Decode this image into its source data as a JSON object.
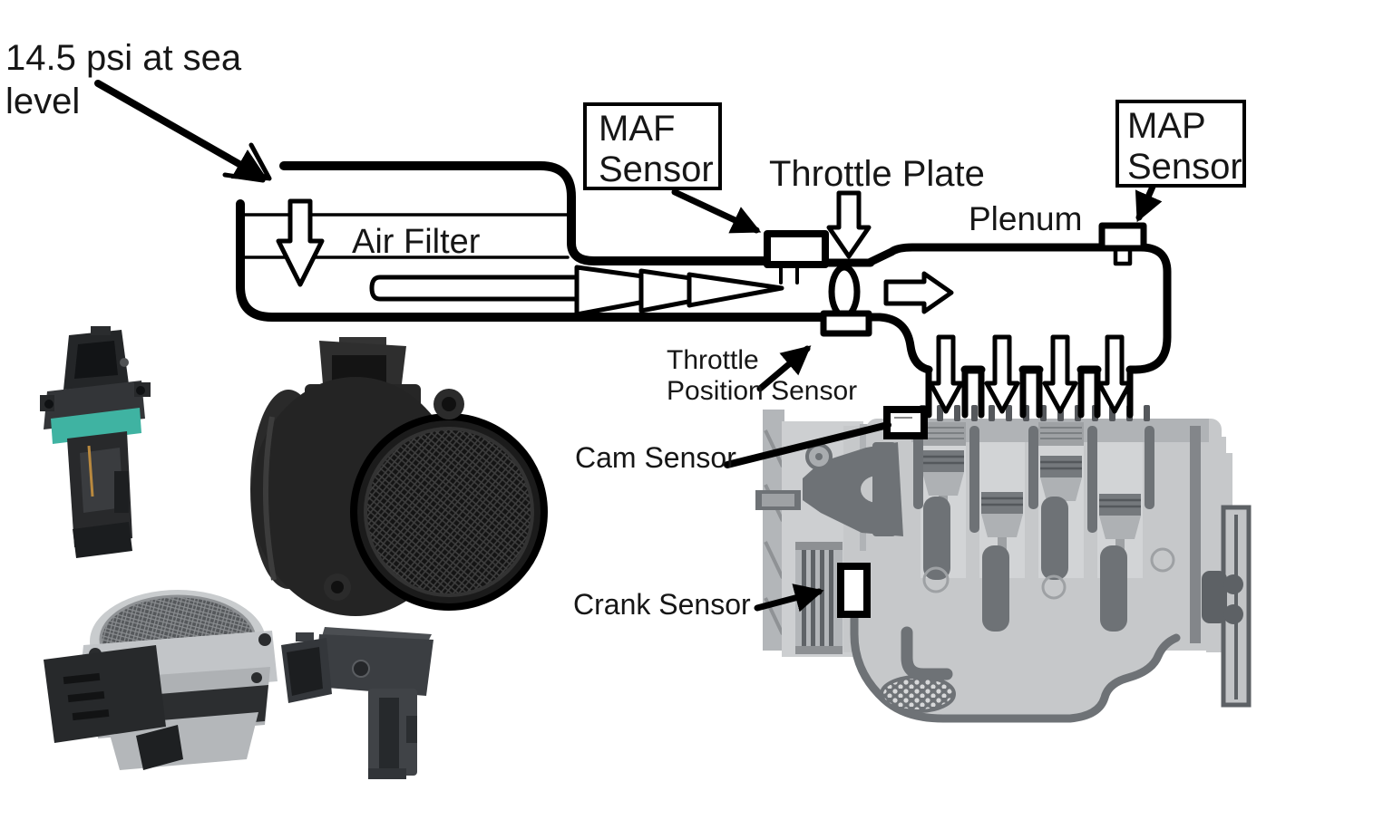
{
  "labels": {
    "pressure": "14.5 psi at sea level",
    "air_filter": "Air Filter",
    "maf_sensor": "MAF\nSensor",
    "throttle_plate": "Throttle Plate",
    "plenum": "Plenum",
    "map_sensor": "MAP\nSensor",
    "throttle_position_sensor": "Throttle\nPosition Sensor",
    "cam_sensor": "Cam Sensor",
    "crank_sensor": "Crank Sensor"
  },
  "photos": {
    "plugin_maf": "plug-in MAF sensor with teal O-ring",
    "large_maf": "cylindrical MAF sensor with honeycomb screen",
    "silver_maf": "aluminum body MAF sensor with mesh screen",
    "probe_maf": "insertion type MAF sensor probe"
  },
  "colors": {
    "line": "#000000",
    "teal_oring": "#3fb3a2",
    "engine_light": "#c6c8ca",
    "engine_mid": "#9ea1a4",
    "engine_dark": "#6e7276",
    "plastic_black": "#232426",
    "silver": "#b7babd"
  }
}
